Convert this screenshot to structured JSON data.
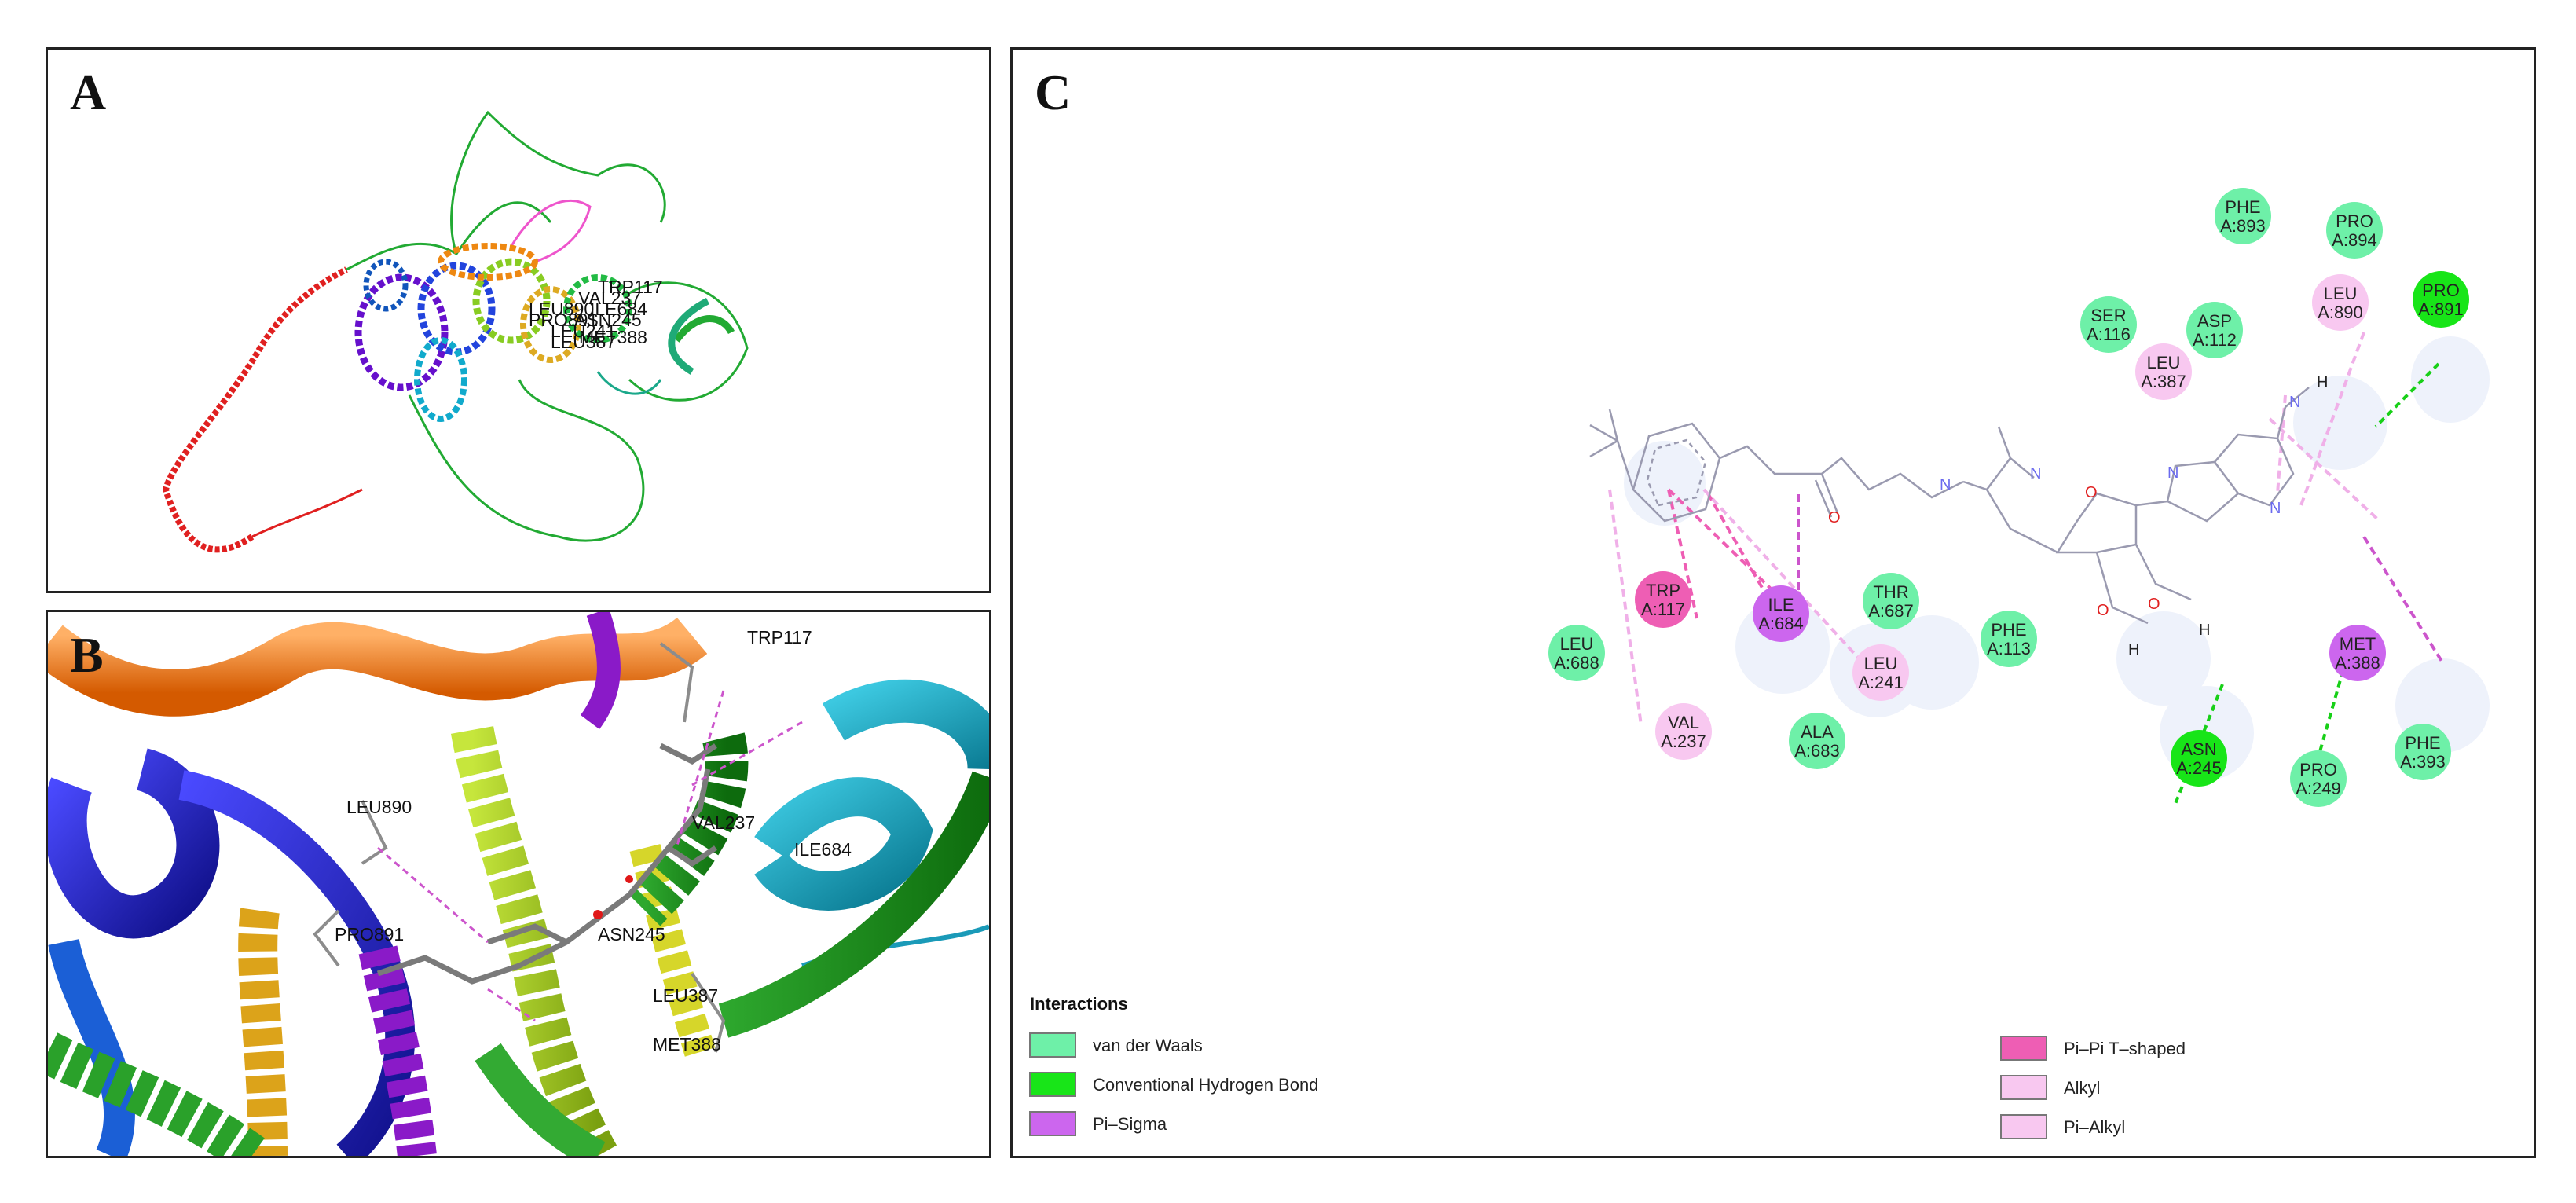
{
  "panels": {
    "a": {
      "letter": "A",
      "labels": [
        "TRP117",
        "LEU890",
        "VAL237",
        "PRO891",
        "ILE684",
        "LEU241",
        "ASN245",
        "MET388",
        "LEU387"
      ]
    },
    "b": {
      "letter": "B",
      "labels": [
        "TRP117",
        "LEU890",
        "VAL237",
        "ILE684",
        "PRO891",
        "ASN245",
        "LEU387",
        "MET388"
      ]
    },
    "c": {
      "letter": "C"
    }
  },
  "interaction_colors": {
    "van_der_waals": "#6ef0a8",
    "hbond": "#18e518",
    "pi_sigma": "#cc66ee",
    "pi_pi_tshaped": "#ee5eb4",
    "alkyl": "#f8c8f0",
    "pi_alkyl": "#f8c8f0"
  },
  "residues": [
    {
      "name": "PHE",
      "id": "A:893",
      "type": "van_der_waals"
    },
    {
      "name": "PRO",
      "id": "A:894",
      "type": "van_der_waals"
    },
    {
      "name": "PRO",
      "id": "A:891",
      "type": "hbond"
    },
    {
      "name": "LEU",
      "id": "A:890",
      "type": "alkyl"
    },
    {
      "name": "SER",
      "id": "A:116",
      "type": "van_der_waals"
    },
    {
      "name": "ASP",
      "id": "A:112",
      "type": "van_der_waals"
    },
    {
      "name": "LEU",
      "id": "A:387",
      "type": "alkyl"
    },
    {
      "name": "TRP",
      "id": "A:117",
      "type": "pi_pi_tshaped"
    },
    {
      "name": "ILE",
      "id": "A:684",
      "type": "pi_sigma"
    },
    {
      "name": "THR",
      "id": "A:687",
      "type": "van_der_waals"
    },
    {
      "name": "PHE",
      "id": "A:113",
      "type": "van_der_waals"
    },
    {
      "name": "LEU",
      "id": "A:688",
      "type": "van_der_waals"
    },
    {
      "name": "LEU",
      "id": "A:241",
      "type": "alkyl"
    },
    {
      "name": "MET",
      "id": "A:388",
      "type": "pi_sigma"
    },
    {
      "name": "VAL",
      "id": "A:237",
      "type": "alkyl"
    },
    {
      "name": "ALA",
      "id": "A:683",
      "type": "van_der_waals"
    },
    {
      "name": "ASN",
      "id": "A:245",
      "type": "hbond"
    },
    {
      "name": "PRO",
      "id": "A:249",
      "type": "van_der_waals"
    },
    {
      "name": "PHE",
      "id": "A:393",
      "type": "van_der_waals"
    }
  ],
  "ligand_atoms": {
    "o1": "O",
    "h1": "H",
    "h2": "H",
    "h3": "H",
    "o2": "O",
    "o3": "O",
    "o4": "O",
    "n1": "N",
    "n2": "N",
    "n3": "N",
    "n4": "N",
    "n5": "N"
  },
  "legend": {
    "title": "Interactions",
    "items": [
      {
        "label": "van der Waals",
        "type": "van_der_waals"
      },
      {
        "label": "Conventional Hydrogen Bond",
        "type": "hbond"
      },
      {
        "label": "Pi–Sigma",
        "type": "pi_sigma"
      },
      {
        "label": "Pi–Pi T–shaped",
        "type": "pi_pi_tshaped"
      },
      {
        "label": "Alkyl",
        "type": "alkyl"
      },
      {
        "label": "Pi–Alkyl",
        "type": "pi_alkyl"
      }
    ]
  }
}
